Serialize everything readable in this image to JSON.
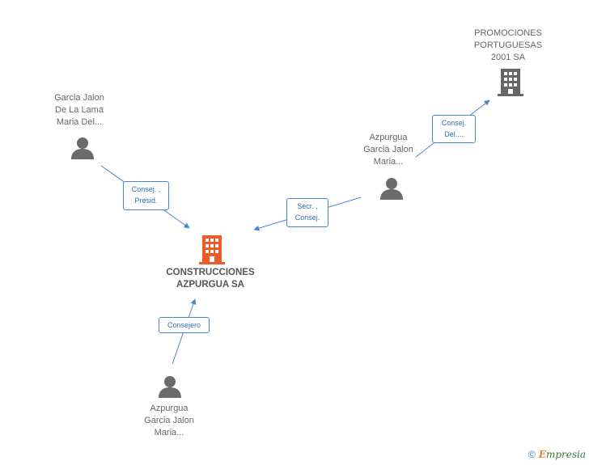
{
  "nodes": {
    "main_company": {
      "lines": [
        "CONSTRUCCIONES",
        "AZPURGUA SA"
      ],
      "color": "#f05a28"
    },
    "promociones": {
      "lines": [
        "PROMOCIONES",
        "PORTUGUESAS",
        "2001 SA"
      ],
      "color": "#666666"
    },
    "garcia_jalon": {
      "lines": [
        "Garcia Jalon",
        "De La Lama",
        "Maria Del..."
      ]
    },
    "azpurgua_mid": {
      "lines": [
        "Azpurgua",
        "Garcia Jalon",
        "Maria..."
      ]
    },
    "azpurgua_bottom": {
      "lines": [
        "Azpurgua",
        "Garcia Jalon",
        "Maria..."
      ]
    }
  },
  "edges": {
    "consej_presid": {
      "lines": [
        "Consej. ,",
        "Presid."
      ]
    },
    "secr_consej": {
      "lines": [
        "Secr. ,",
        "Consej."
      ]
    },
    "consej_del": {
      "lines": [
        "Consej.",
        "Del...."
      ]
    },
    "consejero": {
      "lines": [
        "Consejero"
      ]
    }
  },
  "colors": {
    "edge": "#4a86d0",
    "person": "#6b6b6b"
  },
  "footer": {
    "copyright": "©",
    "brand_first": "E",
    "brand_rest": "mpresia"
  }
}
